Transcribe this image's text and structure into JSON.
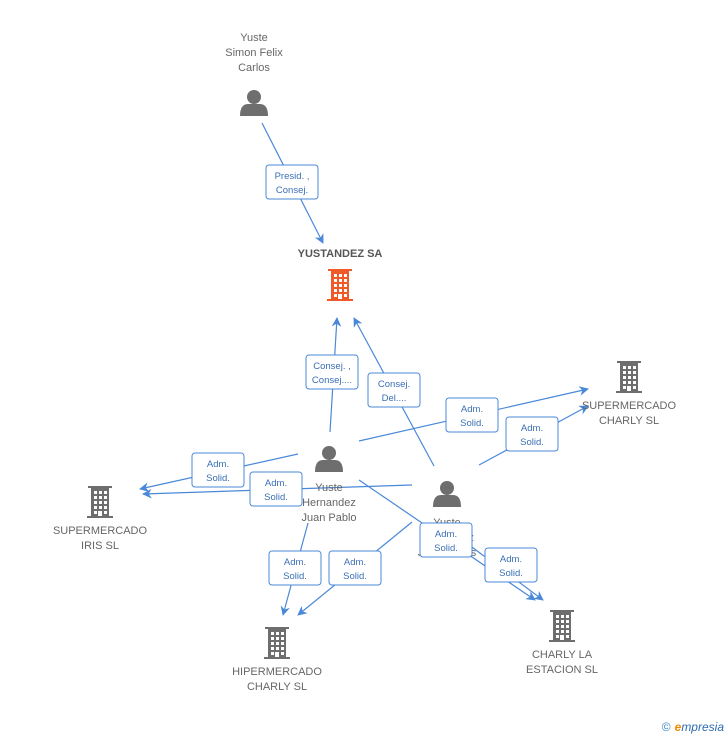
{
  "colors": {
    "edge": "#4a88d8",
    "edge_label_border": "#4a88d8",
    "edge_label_text": "#3a6fb5",
    "node_gray": "#6e6e6e",
    "focus_node": "#f05a28"
  },
  "nodes": [
    {
      "id": "yuste-simon",
      "type": "person",
      "icon": "person-icon",
      "lines": [
        "Yuste",
        "Simon Felix",
        "Carlos"
      ]
    },
    {
      "id": "yustandez",
      "type": "company",
      "icon": "building-icon",
      "focus": true,
      "lines": [
        "YUSTANDEZ SA"
      ]
    },
    {
      "id": "super-charly",
      "type": "company",
      "icon": "building-icon",
      "lines": [
        "SUPERMERCADO",
        "CHARLY SL"
      ]
    },
    {
      "id": "yuste-juan",
      "type": "person",
      "icon": "person-icon",
      "lines": [
        "Yuste",
        "Hernandez",
        "Juan Pablo"
      ]
    },
    {
      "id": "yuste-jose",
      "type": "person",
      "icon": "person-icon",
      "lines": [
        "Yuste",
        "Hernandez",
        "Jose Tomas"
      ]
    },
    {
      "id": "super-iris",
      "type": "company",
      "icon": "building-icon",
      "lines": [
        "SUPERMERCADO",
        "IRIS SL"
      ]
    },
    {
      "id": "hiper-charly",
      "type": "company",
      "icon": "building-icon",
      "lines": [
        "HIPERMERCADO",
        "CHARLY SL"
      ]
    },
    {
      "id": "charly-estacion",
      "type": "company",
      "icon": "building-icon",
      "lines": [
        "CHARLY LA",
        "ESTACION SL"
      ]
    }
  ],
  "edges": [
    {
      "from": "yuste-simon",
      "to": "yustandez",
      "label": [
        "Presid. ,",
        "Consej."
      ]
    },
    {
      "from": "yuste-juan",
      "to": "yustandez",
      "label": [
        "Consej. ,",
        "Consej...."
      ]
    },
    {
      "from": "yuste-jose",
      "to": "yustandez",
      "label": [
        "Consej.",
        "Del...."
      ]
    },
    {
      "from": "yuste-juan",
      "to": "super-charly",
      "label": [
        "Adm.",
        "Solid."
      ]
    },
    {
      "from": "yuste-jose",
      "to": "super-charly",
      "label": [
        "Adm.",
        "Solid."
      ]
    },
    {
      "from": "yuste-juan",
      "to": "super-iris",
      "label": [
        "Adm.",
        "Solid."
      ]
    },
    {
      "from": "yuste-jose",
      "to": "super-iris",
      "label": [
        "Adm.",
        "Solid."
      ]
    },
    {
      "from": "yuste-juan",
      "to": "hiper-charly",
      "label": [
        "Adm.",
        "Solid."
      ]
    },
    {
      "from": "yuste-jose",
      "to": "hiper-charly",
      "label": [
        "Adm.",
        "Solid."
      ]
    },
    {
      "from": "yuste-juan",
      "to": "charly-estacion",
      "label": [
        "Adm.",
        "Solid."
      ]
    },
    {
      "from": "yuste-jose",
      "to": "charly-estacion",
      "label": [
        "Adm.",
        "Solid."
      ]
    }
  ],
  "footer": {
    "copyright": "©",
    "brand_e": "e",
    "brand_rest": "mpresia"
  }
}
